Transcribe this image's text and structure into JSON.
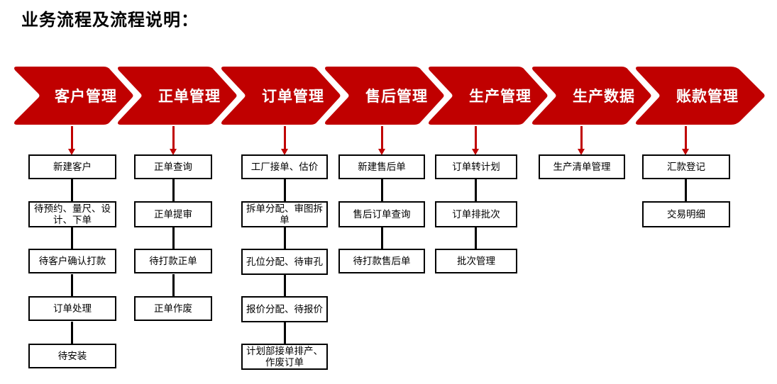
{
  "page": {
    "title": "业务流程及流程说明：",
    "accent_red": "#C00000",
    "box_border": "#000000",
    "background": "#FFFFFF"
  },
  "banner": {
    "type": "chevron-process-banner",
    "steps": [
      {
        "label": "客户管理"
      },
      {
        "label": "正单管理"
      },
      {
        "label": "订单管理"
      },
      {
        "label": "售后管理"
      },
      {
        "label": "生产管理"
      },
      {
        "label": "生产数据"
      },
      {
        "label": "账款管理"
      }
    ]
  },
  "columns": [
    {
      "parent": "客户管理",
      "boxes": [
        {
          "label": "新建客户"
        },
        {
          "label": "待预约、量尺、设计、下单"
        },
        {
          "label": "待客户确认打款"
        },
        {
          "label": "订单处理"
        },
        {
          "label": "待安装"
        }
      ]
    },
    {
      "parent": "正单管理",
      "boxes": [
        {
          "label": "正单查询"
        },
        {
          "label": "正单提审"
        },
        {
          "label": "待打款正单"
        },
        {
          "label": "正单作废"
        }
      ]
    },
    {
      "parent": "订单管理",
      "boxes": [
        {
          "label": "工厂接单、估价"
        },
        {
          "label": "拆单分配、审图拆单"
        },
        {
          "label": "孔位分配、待审孔"
        },
        {
          "label": "报价分配、待报价"
        },
        {
          "label": "计划部接单排产、作废订单"
        }
      ]
    },
    {
      "parent": "售后管理",
      "boxes": [
        {
          "label": "新建售后单"
        },
        {
          "label": "售后订单查询"
        },
        {
          "label": "待打款售后单"
        }
      ]
    },
    {
      "parent": "生产管理",
      "boxes": [
        {
          "label": "订单转计划"
        },
        {
          "label": "订单排批次"
        },
        {
          "label": "批次管理"
        }
      ]
    },
    {
      "parent": "生产数据",
      "boxes": [
        {
          "label": "生产清单管理"
        }
      ]
    },
    {
      "parent": "账款管理",
      "boxes": [
        {
          "label": "汇款登记"
        },
        {
          "label": "交易明细"
        }
      ]
    }
  ]
}
